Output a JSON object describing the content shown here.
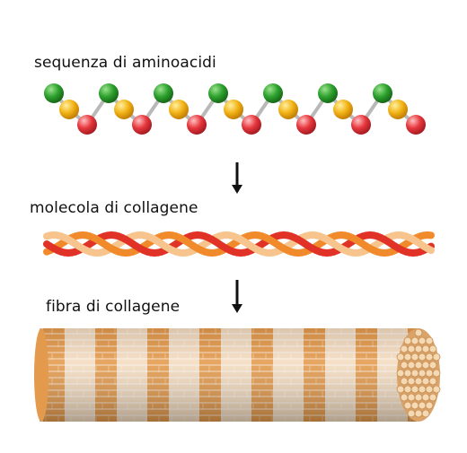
{
  "labels": {
    "amino_sequence": "sequenza di aminoacidi",
    "collagen_molecule": "molecola di collagene",
    "collagen_fiber": "fibra di collagene"
  },
  "colors": {
    "green": "#2ea12e",
    "yellow": "#f2b316",
    "red": "#e6373d",
    "bond": "#b9b9b9",
    "strand_red": "#e03226",
    "strand_orange": "#f08a2a",
    "strand_light": "#f6c48c",
    "fiber_orange": "#e49a4c",
    "fiber_cream": "#f4dcc0",
    "arrow": "#111111"
  },
  "icons": [
    "down-arrow-icon",
    "down-arrow-icon"
  ]
}
